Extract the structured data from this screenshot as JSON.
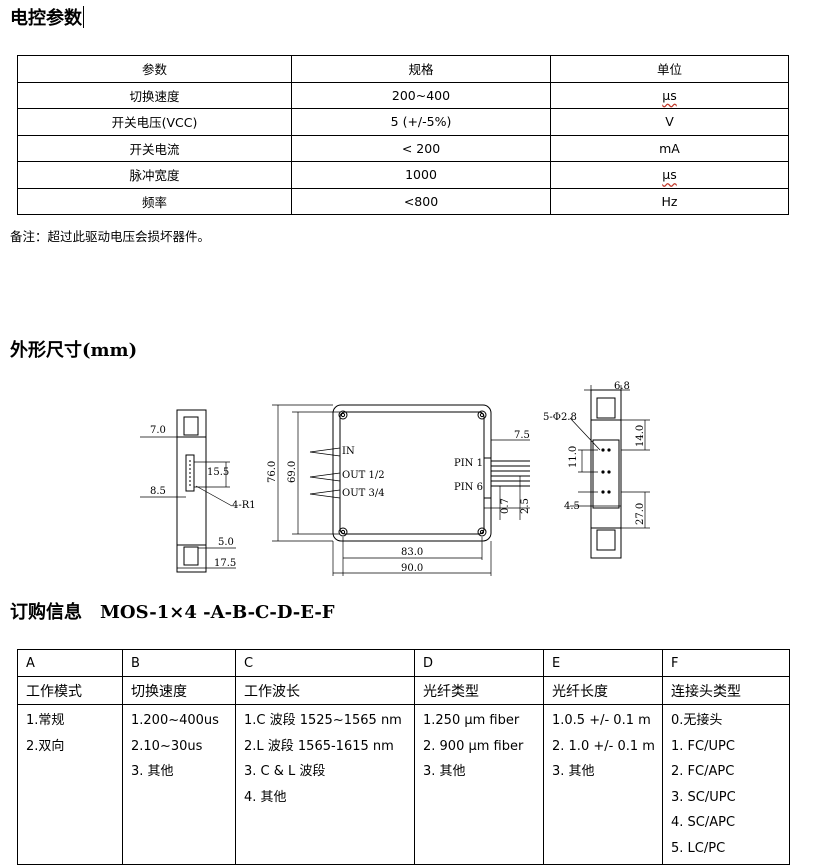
{
  "section_titles": {
    "electrical": "电控参数",
    "dimensions": "外形尺寸(mm)",
    "ordering_label": "订购信息",
    "ordering_code": "MOS-1×4 -A-B-C-D-E-F"
  },
  "spec_table": {
    "headers": [
      "参数",
      "规格",
      "单位"
    ],
    "rows": [
      [
        "切换速度",
        "200~400",
        "μs"
      ],
      [
        "开关电压(VCC)",
        "5 (+/-5%)",
        "V"
      ],
      [
        "开关电流",
        "< 200",
        "mA"
      ],
      [
        "脉冲宽度",
        "1000",
        "μs"
      ],
      [
        "频率",
        "<800",
        "Hz"
      ]
    ]
  },
  "note": "备注：超过此驱动电压会损坏器件。",
  "drawing": {
    "left": {
      "d1": "7.0",
      "d2": "15.5",
      "d3": "8.5",
      "d4": "4-R1",
      "d5": "5.0",
      "d6": "17.5"
    },
    "center": {
      "height_outer": "76.0",
      "height_inner": "69.0",
      "width_inner": "83.0",
      "width_outer": "90.0",
      "port_in": "IN",
      "port_out12": "OUT 1/2",
      "port_out34": "OUT 3/4",
      "pin1": "PIN 1",
      "pin6": "PIN 6",
      "d_7_5": "7.5",
      "d_0_7": "0.7",
      "d_2_5": "2.5"
    },
    "right": {
      "d1": "6.8",
      "d2": "5-Φ2.8",
      "d3": "14.0",
      "d4": "11.0",
      "d5": "4.5",
      "d6": "27.0"
    }
  },
  "order_table": {
    "letters": [
      "A",
      "B",
      "C",
      "D",
      "E",
      "F"
    ],
    "names": [
      "工作模式",
      "切换速度",
      "工作波长",
      "光纤类型",
      "光纤长度",
      "连接头类型"
    ],
    "options": {
      "A": [
        "1.常规",
        "2.双向"
      ],
      "B": [
        "1.200~400us",
        "2.10~30us",
        "3.  其他"
      ],
      "C": [
        "1.C 波段 1525~1565 nm",
        "2.L  波段 1565-1615 nm",
        "3. C & L  波段",
        "4.  其他"
      ],
      "D": [
        "1.250 μm fiber",
        "2. 900 μm fiber",
        "3.  其他"
      ],
      "E": [
        "1.0.5 +/- 0.1 m",
        "2. 1.0 +/- 0.1 m",
        "3.  其他"
      ],
      "F": [
        "0.无接头",
        "1. FC/UPC",
        "2. FC/APC",
        "3. SC/UPC",
        "4. SC/APC",
        "5. LC/PC"
      ]
    }
  }
}
